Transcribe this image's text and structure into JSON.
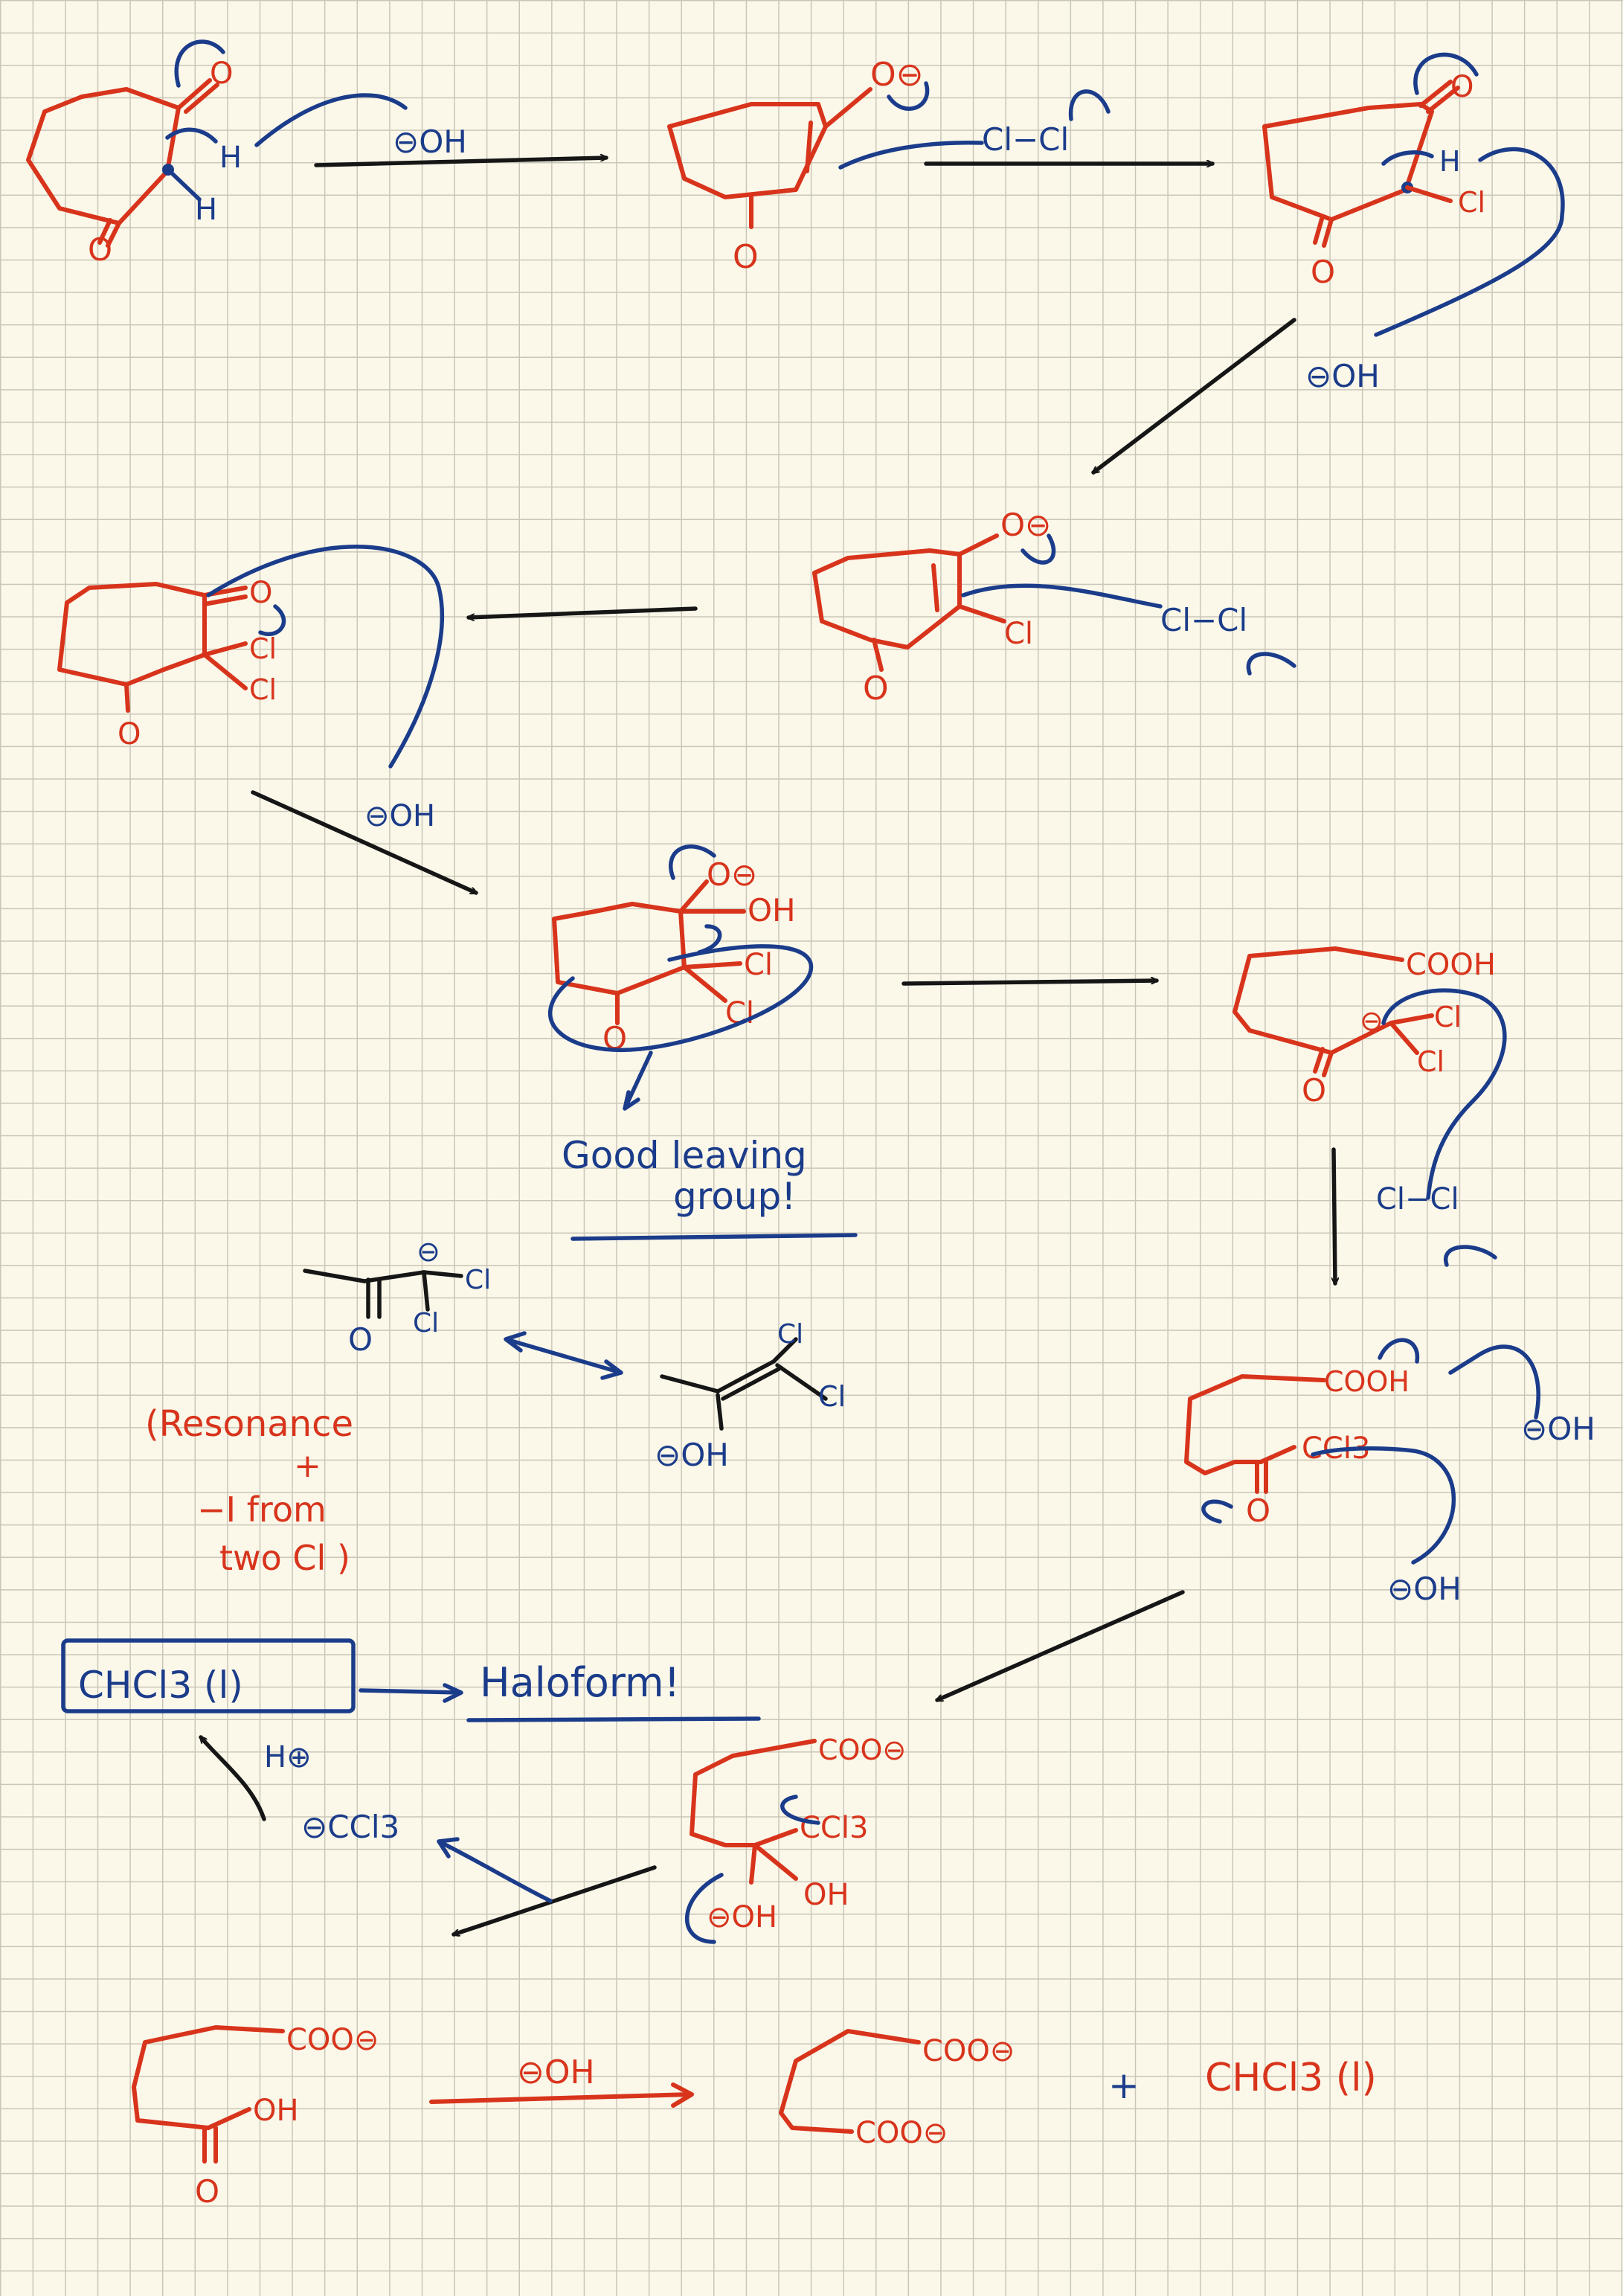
{
  "colors": {
    "paper": "#fbf8ea",
    "grid": "#c9c6b8",
    "ink_red": "#d8341c",
    "ink_blue": "#1b3c8a",
    "ink_black": "#161616"
  },
  "labels": {
    "oxygen": "O",
    "oxide_anion": "O⊖",
    "hydroxide": "⊖OH",
    "hydrogen": "H",
    "chlorine": "Cl",
    "chlorine_molecule": "Cl−Cl",
    "hydroxyl": "OH",
    "cooh": "COOH",
    "carboxylate": "COO⊖",
    "ccl3": "CCl3",
    "ccl3_anion": "⊖CCl3",
    "proton": "H⊕",
    "minus": "⊖",
    "good_leaving_line1": "Good leaving",
    "good_leaving_line2": "group!",
    "resonance_line1": "(Resonance",
    "resonance_line2": "+",
    "resonance_line3": "−I from",
    "resonance_line4": "two Cl )",
    "chcl3_box": "CHCl3 (l)",
    "haloform": "Haloform!",
    "plus": "+",
    "chcl3_product": "CHCl3 (l)"
  }
}
